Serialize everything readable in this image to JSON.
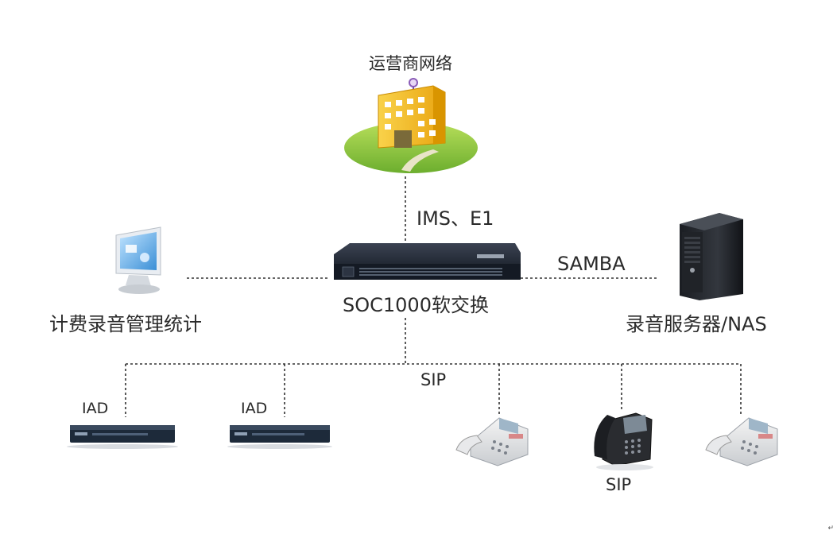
{
  "labels": {
    "carrier_network": "运营商网络",
    "trunk_protocol": "IMS、E1",
    "softswitch": "SOC1000软交换",
    "billing": "计费录音管理统计",
    "samba": "SAMBA",
    "recording_server": "录音服务器/NAS",
    "sip_bus": "SIP",
    "iad_left": "IAD",
    "iad_right": "IAD",
    "sip_phone": "SIP"
  },
  "colors": {
    "line": "#333333",
    "building": "#f6c21c",
    "lawn": "#8cc63f",
    "device": "#1b2230"
  },
  "icons": [
    "building-icon",
    "computer-monitor-icon",
    "tower-server-icon",
    "rack-switch-icon",
    "iad-box-icon",
    "desk-phone-icon",
    "ip-phone-icon"
  ]
}
